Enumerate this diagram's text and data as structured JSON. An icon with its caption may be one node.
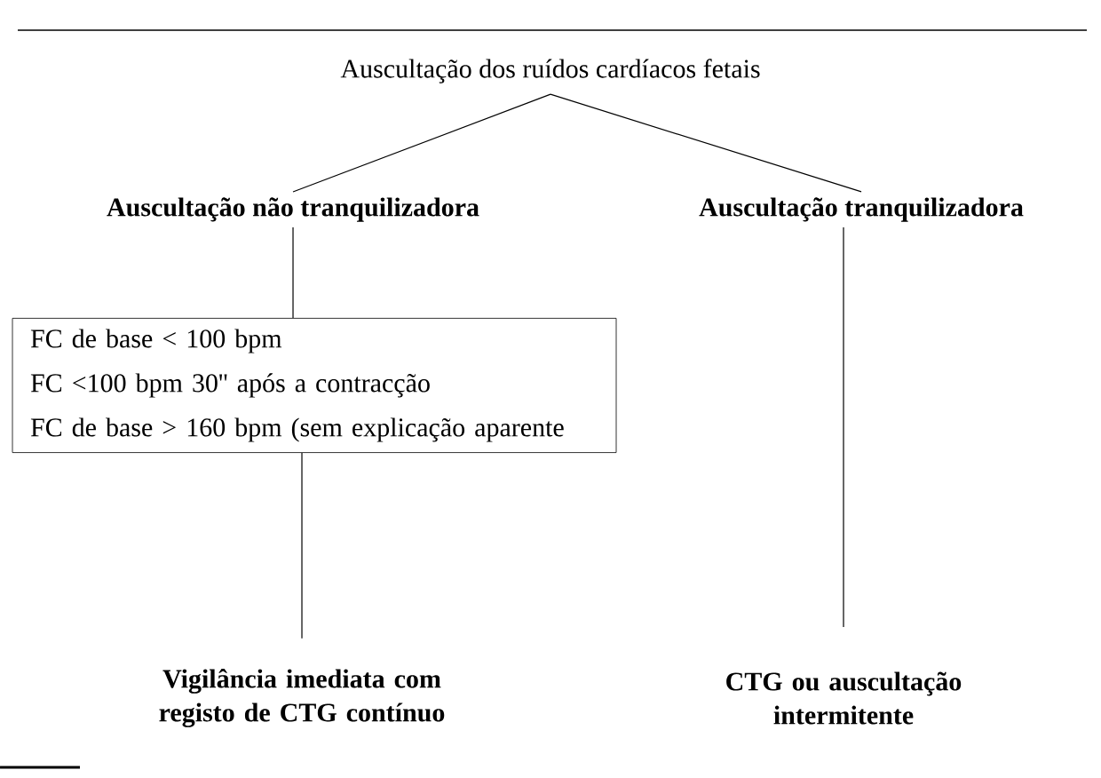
{
  "diagram": {
    "nodes": [
      {
        "text": [
          "Auscultação dos ruídos cardíacos fetais"
        ]
      },
      {
        "text": [
          "Auscultação não tranquilizadora"
        ]
      },
      {
        "text": [
          "Auscultação tranquilizadora"
        ]
      },
      {
        "text": [
          "FC de base < 100 bpm",
          "FC <100 bpm 30'' após a contracção",
          "FC de base > 160 bpm (sem explicação aparente"
        ]
      },
      {
        "text": [
          "Vigilância imediata com registo de CTG contínuo"
        ]
      },
      {
        "text": [
          "CTG ou auscultação intermitente"
        ]
      }
    ],
    "edges": [
      {
        "from": 0,
        "to": 1,
        "arrow": "none"
      },
      {
        "from": 0,
        "to": 2,
        "arrow": "none"
      },
      {
        "from": 1,
        "to": 3,
        "arrow": "none"
      },
      {
        "from": 3,
        "to": 4,
        "arrow": "none"
      },
      {
        "from": 2,
        "to": 5,
        "arrow": "none"
      }
    ]
  }
}
